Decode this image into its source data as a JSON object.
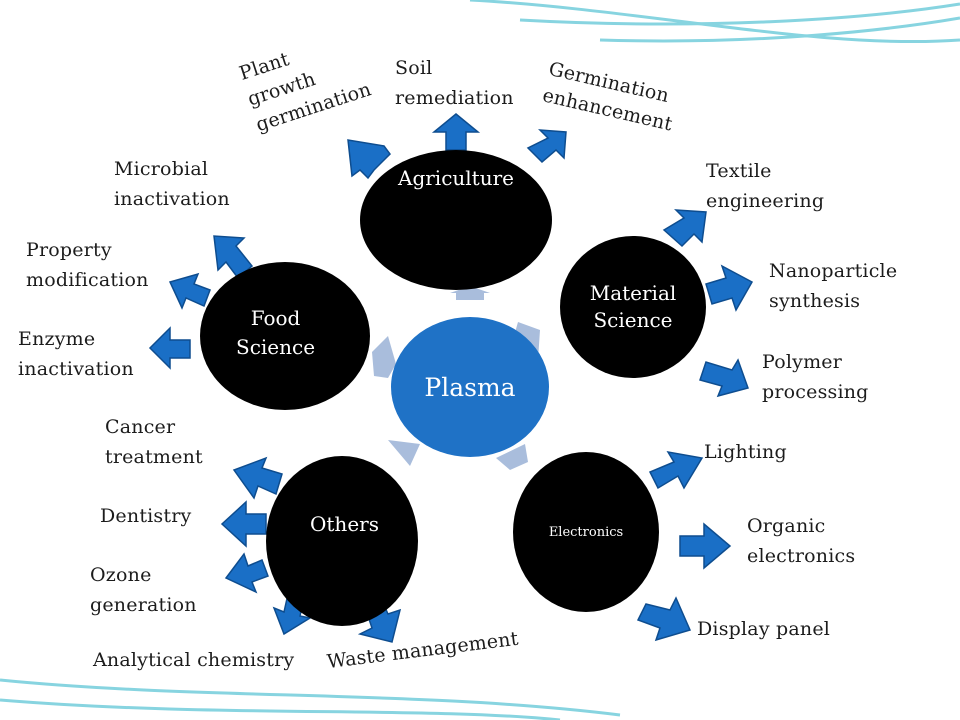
{
  "center": {
    "label": "Plasma"
  },
  "nodes": {
    "agriculture": "Agriculture",
    "material_science": "Material\nScience",
    "electronics": "Electronics",
    "others": "Others",
    "food_science": "Food\nScience"
  },
  "labels": {
    "plant_growth": "Plant\ngrowth\ngermination",
    "soil_remediation": "Soil\nremediation",
    "germination_enhancement": "Germination\nenhancement",
    "textile_engineering": "Textile\nengineering",
    "nanoparticle_synthesis": "Nanoparticle\nsynthesis",
    "polymer_processing": "Polymer\nprocessing",
    "lighting": "Lighting",
    "organic_electronics": "Organic\nelectronics",
    "display_panel": "Display panel",
    "waste_management": "Waste management",
    "analytical_chemistry": "Analytical chemistry",
    "ozone_generation": "Ozone\ngeneration",
    "dentistry": "Dentistry",
    "cancer_treatment": "Cancer\ntreatment",
    "enzyme_inactivation": "Enzyme\ninactivation",
    "property_modification": "Property\nmodification",
    "microbial_inactivation": "Microbial\ninactivation"
  },
  "colors": {
    "center_fill": "#1f72c6",
    "node_fill": "#000000",
    "arrow_fill": "#1a6fc6",
    "arrow_stroke": "#0e4d8f",
    "connector_fill": "#a9bddc",
    "accent_stripes": "#5fc6d6"
  }
}
